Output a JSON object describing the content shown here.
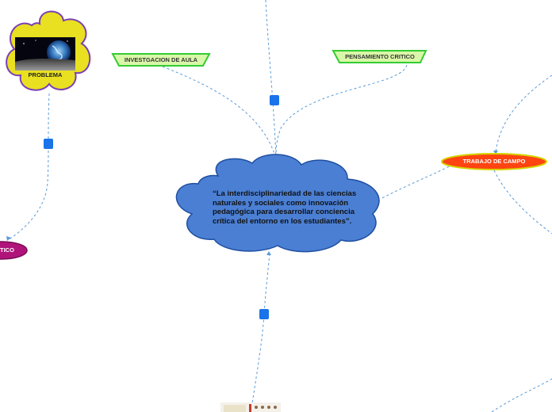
{
  "central": {
    "text": "“La interdisciplinariedad de las ciencias  naturales y sociales como innovación pedagógica para desarrollar conciencia crítica del entorno   en los estudiantes”."
  },
  "nodes": {
    "problema": "PROBLEMA",
    "investigacion": "INVESTGACION DE AULA",
    "pensamiento": "PENSAMIENTO CRITICO",
    "trabajo": "TRABAJO DE CAMPO",
    "left_partial": "TICO"
  },
  "colors": {
    "central_fill": "#4a7fd4",
    "central_stroke": "#1f4fa0",
    "connector": "#5a9bd8",
    "handle": "#1a73e8",
    "problema_fill": "#e8e020",
    "problema_stroke": "#7a3fb5",
    "label_fill": "#d9f7a8",
    "label_stroke": "#33cc33",
    "trabajo_fill": "#ff4411",
    "trabajo_stroke": "#d4d400",
    "left_fill": "#b0147a"
  },
  "icons": {
    "problema_image": "earth-from-moon-image",
    "bottom_image": "classroom-thumbnail-image",
    "handles": "connector-handle-icon"
  }
}
